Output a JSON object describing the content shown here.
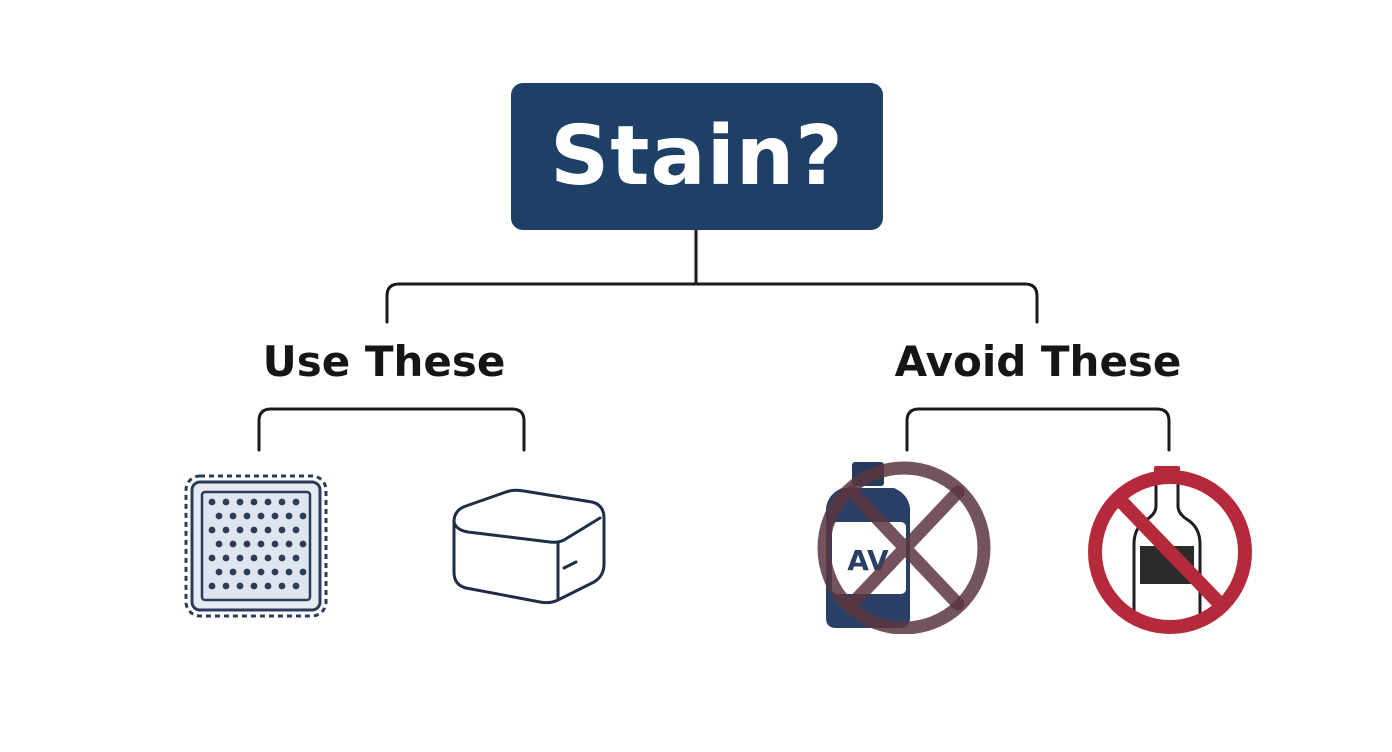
{
  "diagram": {
    "root": {
      "label": "Stain?",
      "color": "#1e3f66"
    },
    "branches": [
      {
        "label": "Use These",
        "items": [
          {
            "icon": "dotted-cloth-icon"
          },
          {
            "icon": "sponge-block-icon"
          }
        ]
      },
      {
        "label": "Avoid These",
        "items": [
          {
            "icon": "prohibited-chemical-bottle-icon",
            "text": "AV"
          },
          {
            "icon": "prohibited-bottle-icon"
          }
        ]
      }
    ],
    "colors": {
      "line": "#1a1a1a",
      "icon_stroke": "#2b3c58",
      "prohibit_red": "#b52a3a",
      "prohibit_dark": "#5c3640"
    }
  }
}
